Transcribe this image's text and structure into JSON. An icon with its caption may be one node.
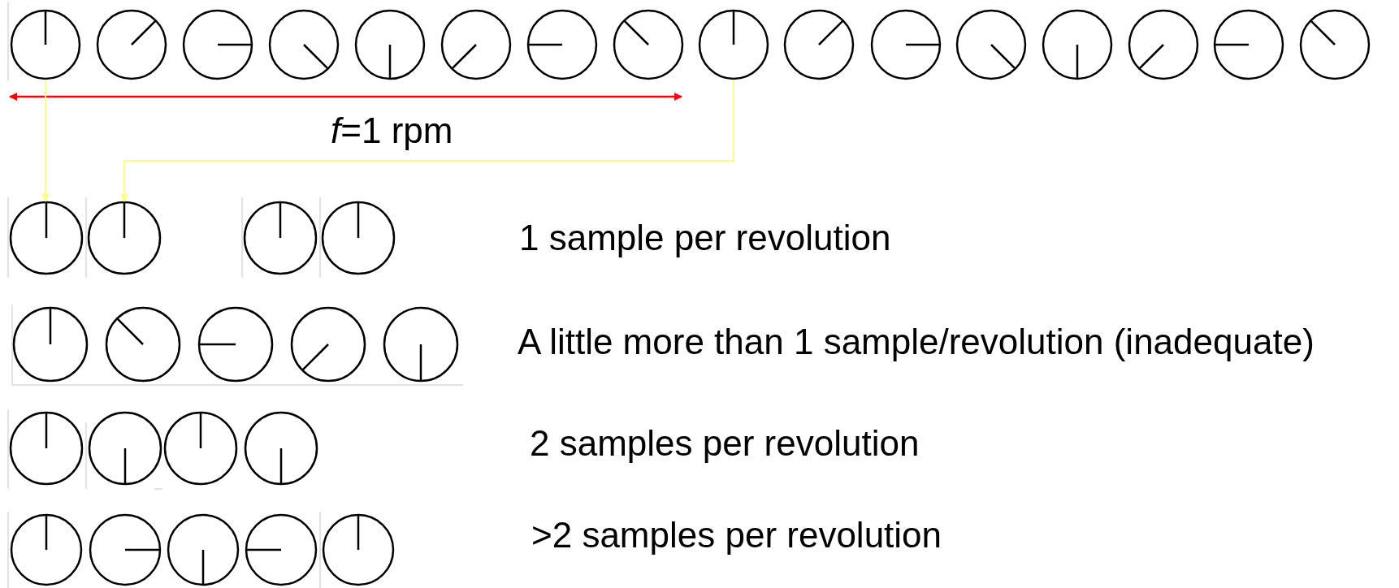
{
  "diagram": {
    "nodes": [
      {
        "text": [],
        "shape": "circle"
      },
      {
        "text": [],
        "shape": "circle"
      },
      {
        "text": [],
        "shape": "circle"
      },
      {
        "text": [],
        "shape": "circle"
      }
    ],
    "edges": [
      {
        "from": 0,
        "to": 2,
        "arrow": "to"
      },
      {
        "from": 1,
        "to": 3,
        "arrow": "to"
      }
    ],
    "labels": [
      "*f*=1 rpm",
      "1 sample per revolution",
      "A little more than 1 sample/revolution (inadequate)",
      "2 samples per revolution",
      ">2 samples per revolution"
    ]
  }
}
